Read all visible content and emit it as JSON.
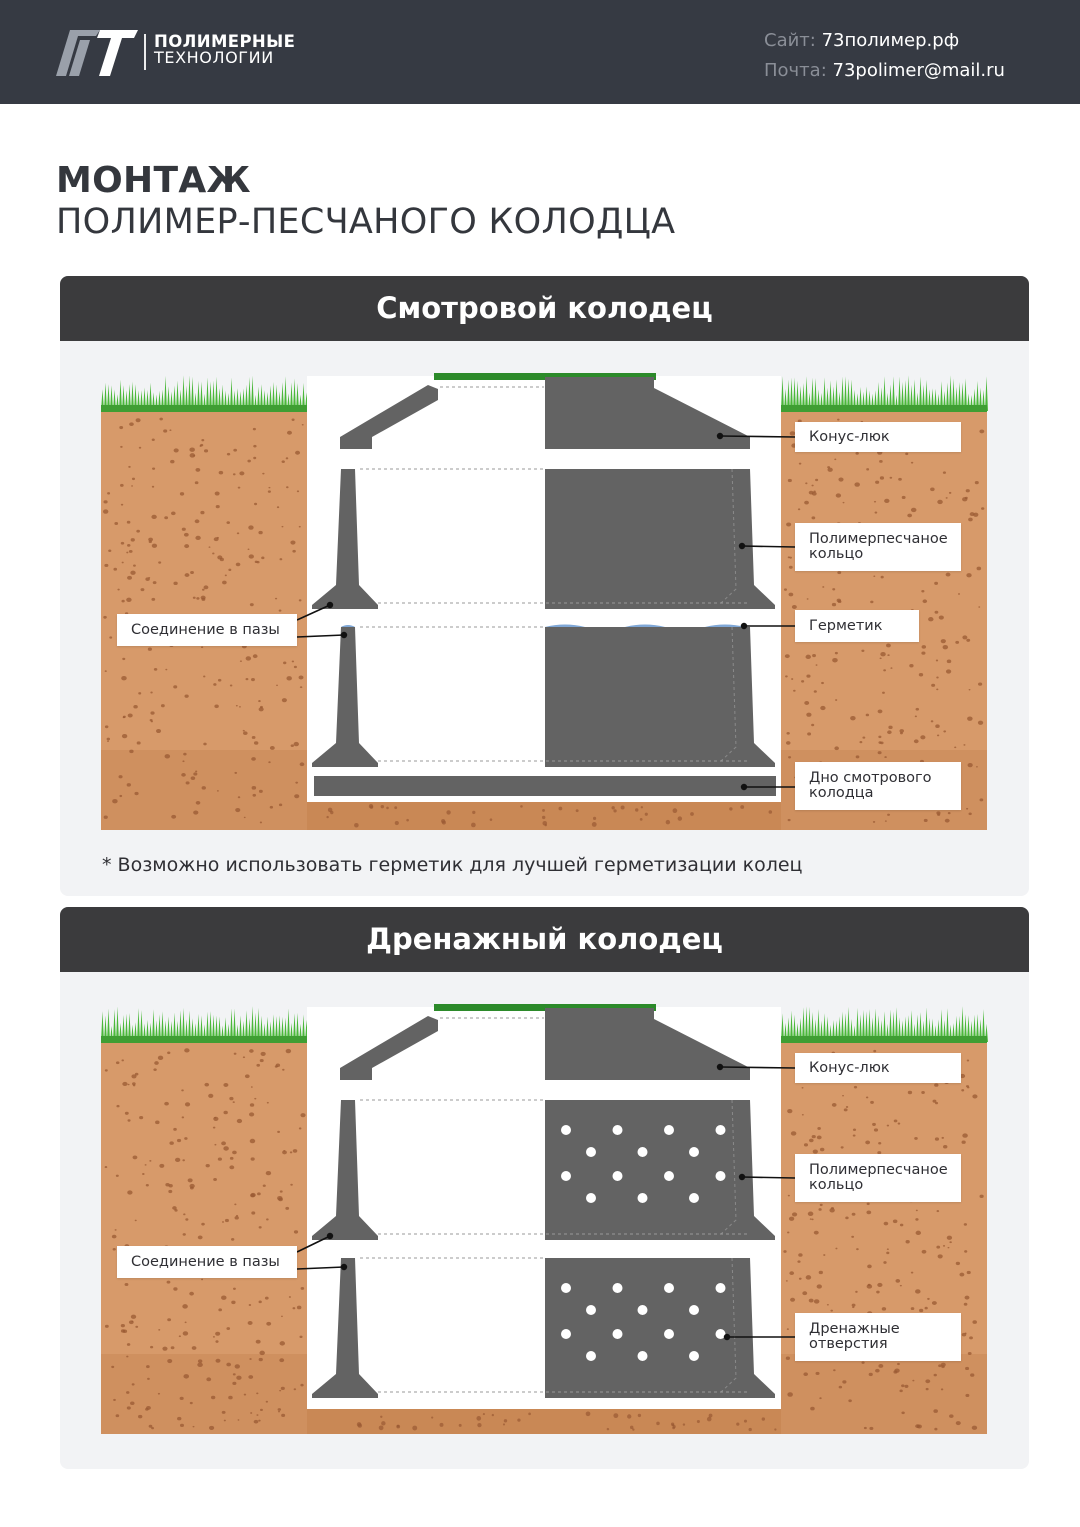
{
  "header": {
    "logo_line1": "ПОЛИМЕРНЫЕ",
    "logo_line2": "ТЕХНОЛОГИИ",
    "site_label": "Сайт:",
    "site_value": "73полимер.рф",
    "mail_label": "Почта:",
    "mail_value": "73polimer@mail.ru"
  },
  "title": {
    "line1": "МОНТАЖ",
    "line2": "ПОЛИМЕР-ПЕСЧАНОГО КОЛОДЦА"
  },
  "inspection_well": {
    "heading": "Смотровой колодец",
    "labels": {
      "joint": "Соединение в пазы",
      "cone": "Конус-люк",
      "ring": "Полимерпесчаное кольцо",
      "sealant": "Герметик",
      "bottom": "Дно смотрового колодца"
    },
    "note": "* Возможно использовать герметик для лучшей герметизации колец"
  },
  "drainage_well": {
    "heading": "Дренажный колодец",
    "labels": {
      "joint": "Соединение в пазы",
      "cone": "Конус-люк",
      "ring": "Полимерпесчаное кольцо",
      "holes": "Дренажные отверстия"
    }
  },
  "colors": {
    "header_bg": "#363a43",
    "panel_head": "#3b3b3d",
    "soil": "#d79a6a",
    "grass": "#4bb83a",
    "concrete": "#636363",
    "lid": "#2c8a2a",
    "sealant": "#7fa7d6"
  }
}
